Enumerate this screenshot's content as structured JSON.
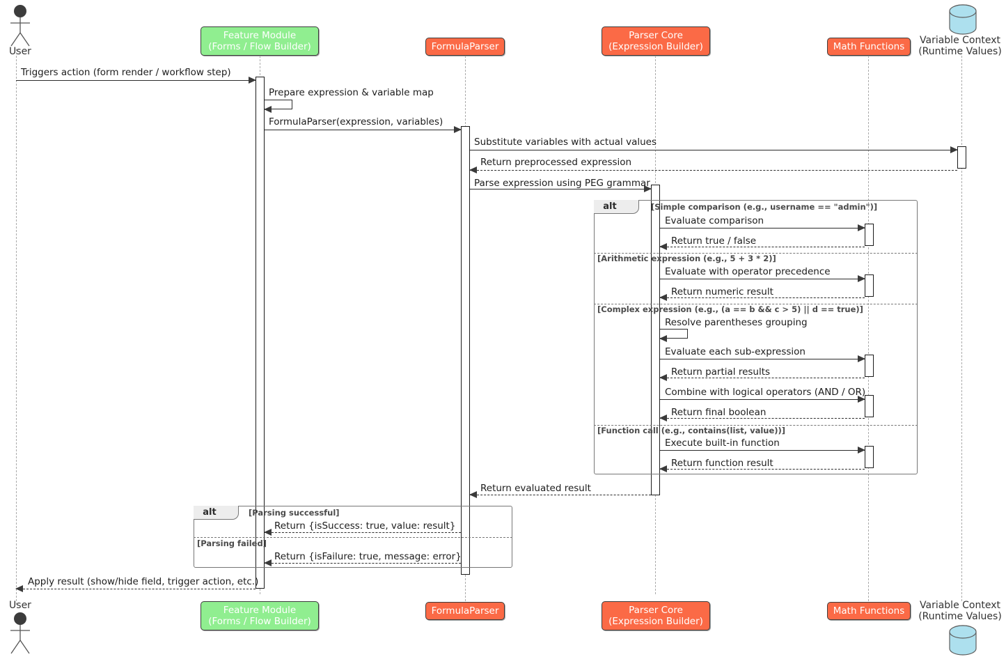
{
  "diagram": {
    "type": "uml-sequence-diagram",
    "title": "FormulaParser expression evaluation sequence",
    "colors": {
      "participant_green": "#90ee90",
      "participant_orange": "#fb6a46",
      "database_blue": "#ade0ee",
      "line": "#2b2b2b",
      "lifeline": "#aaaaaa",
      "fragment_border": "#767676",
      "fragment_header_fill": "#ededed"
    }
  },
  "participants": [
    {
      "id": "user",
      "kind": "actor",
      "label": "User",
      "icon": "actor-stick-figure"
    },
    {
      "id": "feature",
      "kind": "box-green",
      "label": "Feature Module\n(Forms / Flow Builder)",
      "icon": "participant-box"
    },
    {
      "id": "parser",
      "kind": "box-orange",
      "label": "FormulaParser",
      "icon": "participant-box"
    },
    {
      "id": "core",
      "kind": "box-orange",
      "label": "Parser Core\n(Expression Builder)",
      "icon": "participant-box"
    },
    {
      "id": "math",
      "kind": "box-orange",
      "label": "Math Functions",
      "icon": "participant-box"
    },
    {
      "id": "varctx",
      "kind": "database",
      "label": "Variable Context\n(Runtime Values)",
      "icon": "database-cylinder"
    }
  ],
  "messages": {
    "m1": "Triggers action (form render / workflow step)",
    "m2": "Prepare expression & variable map",
    "m3": "FormulaParser(expression, variables)",
    "m4": "Substitute variables with actual values",
    "m5": "Return preprocessed expression",
    "m6": "Parse expression using PEG grammar",
    "m7": "Evaluate comparison",
    "m8": "Return true / false",
    "m9": "Evaluate with operator precedence",
    "m10": "Return numeric result",
    "m11": "Resolve parentheses grouping",
    "m12": "Evaluate each sub-expression",
    "m13": "Return partial results",
    "m14": "Combine with logical operators (AND / OR)",
    "m15": "Return final boolean",
    "m16": "Execute built-in function",
    "m17": "Return function result",
    "m18": "Return evaluated result",
    "m19": "Return {isSuccess: true, value: result}",
    "m20": "Return {isFailure: true, message: error}",
    "m21": "Apply result (show/hide field, trigger action, etc.)"
  },
  "fragments": {
    "alt_parse": {
      "operator": "alt",
      "guards": [
        "[Simple comparison (e.g., username == \"admin\")]",
        "[Arithmetic expression (e.g., 5 + 3 * 2)]",
        "[Complex expression (e.g., (a == b && c > 5) || d == true)]",
        "[Function call (e.g., contains(list, value))]"
      ]
    },
    "alt_result": {
      "operator": "alt",
      "guards": [
        "[Parsing successful]",
        "[Parsing failed]"
      ]
    }
  }
}
